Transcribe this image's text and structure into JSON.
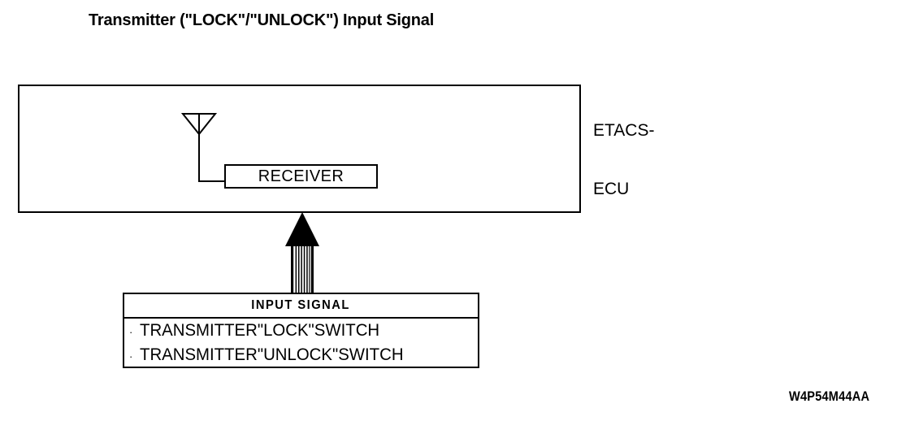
{
  "title": "Transmitter (\"LOCK\"/\"UNLOCK\") Input Signal",
  "ecu": {
    "label_line1": "ETACS-",
    "label_line2": "ECU",
    "receiver_label": "RECEIVER",
    "antenna_icon": "antenna-icon"
  },
  "signal_box": {
    "header": "INPUT SIGNAL",
    "bullet": "·",
    "items": [
      "TRANSMITTER\"LOCK\"SWITCH",
      "TRANSMITTER\"UNLOCK\"SWITCH"
    ]
  },
  "arrow": {
    "icon": "striped-up-arrow-icon",
    "stripe_count": 8
  },
  "doc_code": "W4P54M44AA",
  "colors": {
    "ink": "#000000",
    "paper": "#ffffff"
  }
}
